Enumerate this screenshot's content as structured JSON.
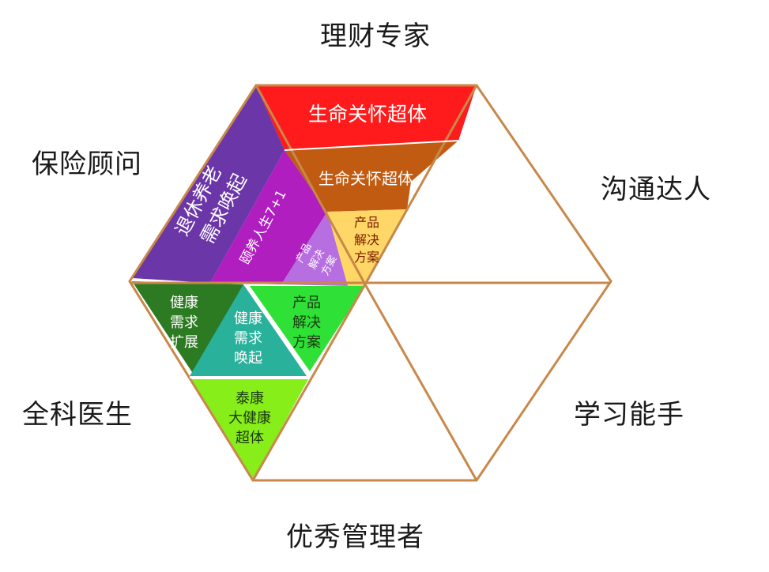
{
  "roles": {
    "top": "理财专家",
    "right_top": "沟通达人",
    "right_bottom": "学习能手",
    "bottom": "优秀管理者",
    "left_bottom": "全科医生",
    "left_top": "保险顾问"
  },
  "segments": {
    "red": "生命关怀超体",
    "orange": "生命关怀超体",
    "yellow": [
      "产品",
      "解决",
      "方案"
    ],
    "purple_dark": [
      "退休养老",
      "需求唤起"
    ],
    "purple_mid": "颐养人生7+1",
    "lavender": [
      "产品",
      "解决",
      "方案"
    ],
    "green_dark": [
      "健康",
      "需求",
      "扩展"
    ],
    "teal": [
      "健康",
      "需求",
      "唤起"
    ],
    "green_bright": [
      "产品",
      "解决",
      "方案"
    ],
    "lime": [
      "泰康",
      "大健康",
      "超体"
    ]
  },
  "colors": {
    "outline": "#c8884a",
    "red": "#ff1b1b",
    "orange": "#c25b12",
    "yellow": "#ffd766",
    "purple_dark": "#6a36a8",
    "purple_mid": "#b01ec0",
    "lavender": "#b76ee0",
    "green_dark": "#2c7a22",
    "teal": "#29b19c",
    "green_bright": "#2fe037",
    "lime": "#87ee1a"
  }
}
